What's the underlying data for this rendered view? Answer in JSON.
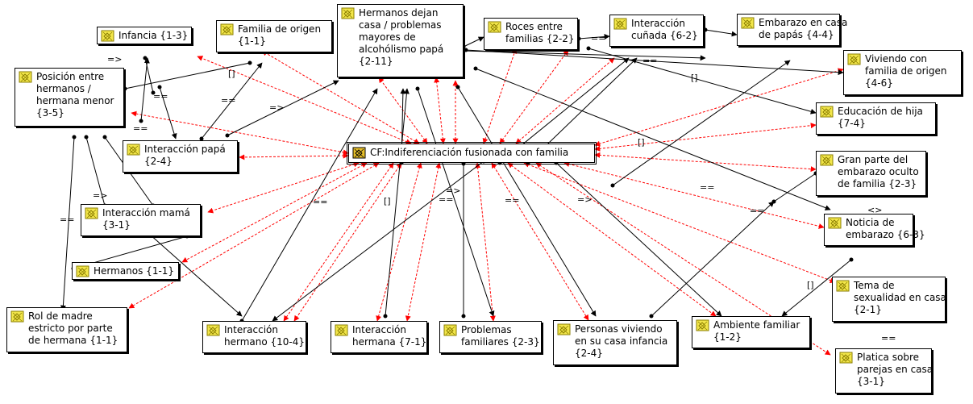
{
  "colors": {
    "associated": "#ff0000",
    "related": "#000000",
    "icon_fill": "#f2e64a",
    "icon_border": "#8a7d00",
    "core_icon_fill": "#e8c02a"
  },
  "nodes": {
    "infancia": {
      "lines": [
        "Infancia {1-3}"
      ]
    },
    "familia_origen": {
      "lines": [
        "Familia de origen",
        "{1-1}"
      ]
    },
    "hermanos_dejan": {
      "lines": [
        "Hermanos dejan",
        "casa / problemas",
        "mayores de",
        "alcohólismo papá",
        "{2-11}"
      ]
    },
    "roces": {
      "lines": [
        "Roces entre",
        "familias {2-2}"
      ]
    },
    "cunada": {
      "lines": [
        "Interacción",
        "cuñada {6-2}"
      ]
    },
    "embarazo_casa": {
      "lines": [
        "Embarazo en casa",
        "de papás {4-4}"
      ]
    },
    "viviendo": {
      "lines": [
        "Viviendo con",
        "familia de origen",
        "{4-6}"
      ]
    },
    "posicion": {
      "lines": [
        "Posición entre",
        "hermanos /",
        "hermana menor",
        "{3-5}"
      ]
    },
    "educacion": {
      "lines": [
        "Educación de hija",
        "{7-4}"
      ]
    },
    "papa": {
      "lines": [
        "Interacción papá",
        "{2-4}"
      ]
    },
    "core": {
      "lines": [
        "CF:Indiferenciación fusionada con familia"
      ]
    },
    "oculto": {
      "lines": [
        "Gran parte del",
        "embarazo oculto",
        "de familia {2-3}"
      ]
    },
    "mama": {
      "lines": [
        "Interacción mamá",
        "{3-1}"
      ]
    },
    "noticia": {
      "lines": [
        "Noticia de",
        "embarazo {6-3}"
      ]
    },
    "hermanos": {
      "lines": [
        "Hermanos {1-1}"
      ]
    },
    "sexualidad": {
      "lines": [
        "Tema de",
        "sexualidad en casa",
        "{2-1}"
      ]
    },
    "rol_madre": {
      "lines": [
        "Rol de madre",
        "estricto por parte",
        "de hermana {1-1}"
      ]
    },
    "int_hermano": {
      "lines": [
        "Interacción",
        "hermano {10-4}"
      ]
    },
    "int_hermana": {
      "lines": [
        "Interacción",
        "hermana {7-1}"
      ]
    },
    "problemas": {
      "lines": [
        "Problemas",
        "familiares {2-3}"
      ]
    },
    "personas": {
      "lines": [
        "Personas viviendo",
        "en su casa infancia",
        "{2-4}"
      ]
    },
    "ambiente": {
      "lines": [
        "Ambiente familiar",
        "{1-2}"
      ]
    },
    "platica": {
      "lines": [
        "Platica sobre",
        "parejas en casa",
        "{3-1}"
      ]
    }
  },
  "relation_labels": {
    "r1": "=>",
    "r2": "==",
    "r3": "==",
    "r4": "==",
    "r5": "=>",
    "r6": "==",
    "r7": "==",
    "r8": "==",
    "r9": "=>",
    "r10": "==",
    "r11": "=>",
    "r12": "==",
    "r13": "=>",
    "r14": "==",
    "r15": "==",
    "r16": "<>",
    "r17": "==",
    "m1": "[]",
    "m2": "[]",
    "m3": "[]",
    "m4": "[]",
    "m5": "[]",
    "m6": "[]"
  }
}
